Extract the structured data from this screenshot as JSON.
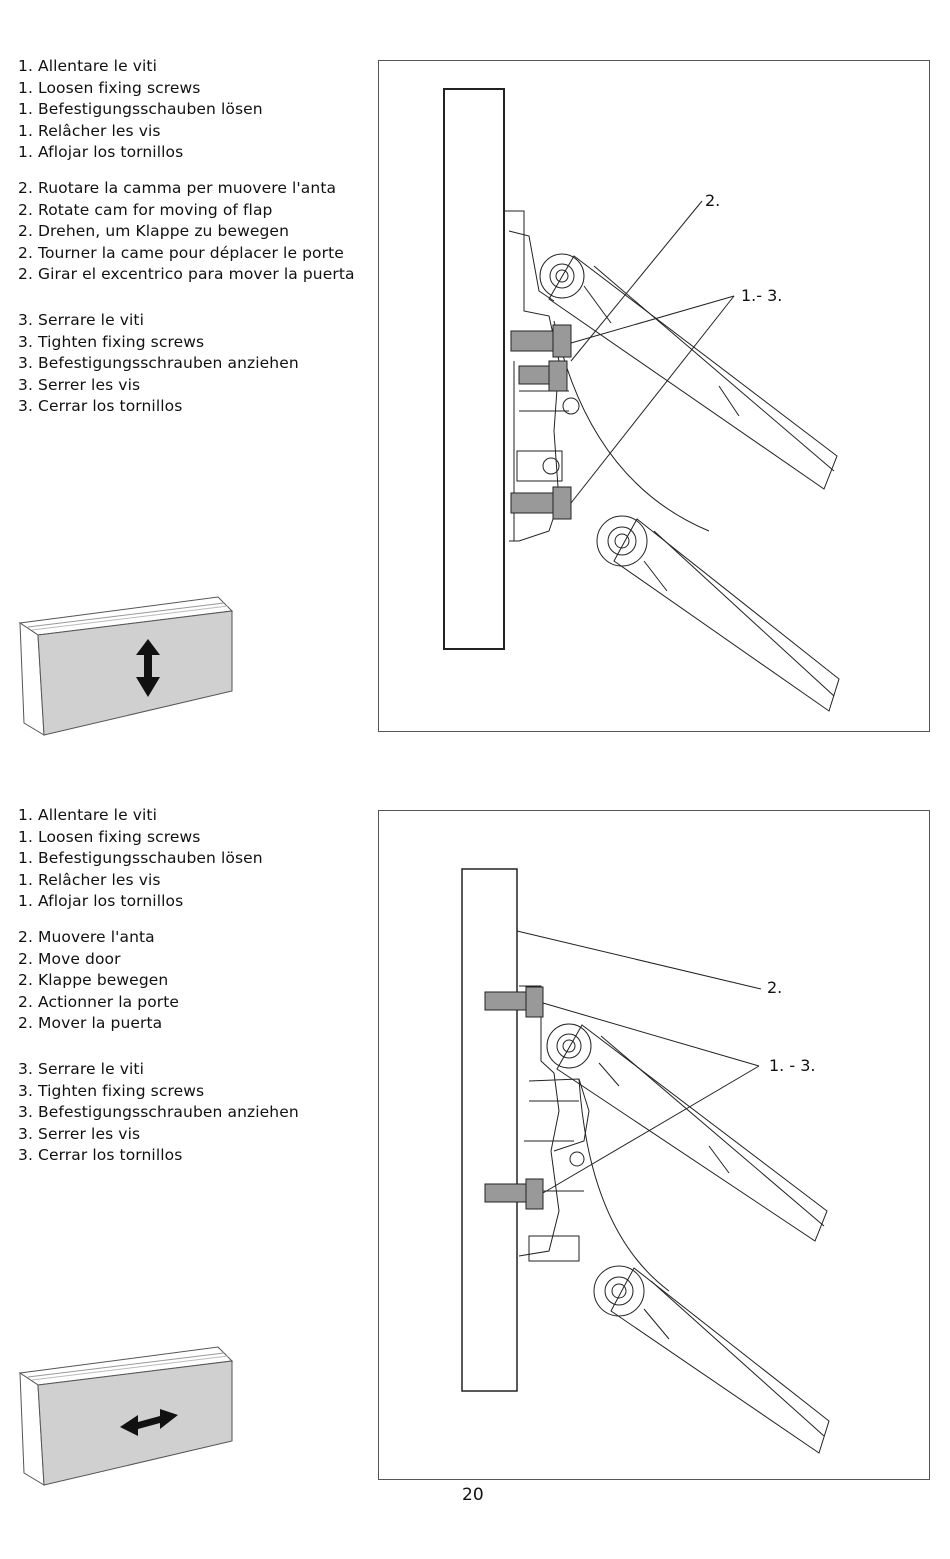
{
  "section1": {
    "step1": [
      "1. Allentare le viti",
      "1. Loosen fixing screws",
      "1. Befestigungsschauben lösen",
      "1. Relâcher les vis",
      "1. Aflojar los tornillos"
    ],
    "step2": [
      "2. Ruotare la camma per muovere l'anta",
      "2. Rotate cam for moving of flap",
      "2. Drehen, um Klappe zu bewegen",
      "2. Tourner la came pour déplacer le porte",
      "2. Girar el excentrico para mover la puerta"
    ],
    "step3": [
      "3. Serrare le viti",
      "3. Tighten fixing screws",
      "3. Befestigungsschrauben anziehen",
      "3. Serrer les vis",
      "3. Cerrar los tornillos"
    ],
    "callout_cam": "2.",
    "callout_screws": "1.- 3.",
    "arrow_icon": "vertical-double-arrow"
  },
  "section2": {
    "step1": [
      "1. Allentare le viti",
      "1. Loosen fixing screws",
      "1. Befestigungsschauben lösen",
      "1. Relâcher les vis",
      "1. Aflojar los tornillos"
    ],
    "step2": [
      "2. Muovere l'anta",
      "2. Move door",
      "2. Klappe bewegen",
      "2. Actionner la porte",
      "2. Mover la puerta"
    ],
    "step3": [
      "3. Serrare le viti",
      "3. Tighten fixing screws",
      "3. Befestigungsschrauben anziehen",
      "3. Serrer les vis",
      "3. Cerrar los tornillos"
    ],
    "callout_door": "2.",
    "callout_screws": "1. - 3.",
    "arrow_icon": "horizontal-double-arrow"
  },
  "page_number": "20"
}
